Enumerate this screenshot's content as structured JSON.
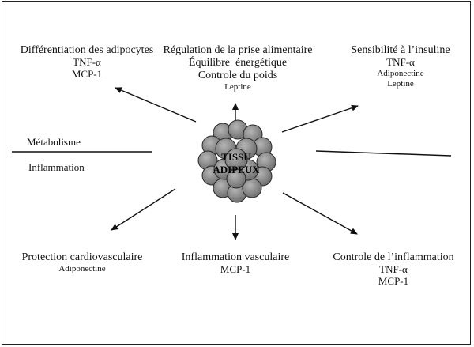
{
  "center": {
    "line1": "TISSU",
    "line2": "ADIPEUX"
  },
  "left_labels": {
    "top": "Métabolisme",
    "bottom": "Inflammation"
  },
  "nodes": {
    "top_left": {
      "title": "Différentiation des adipocytes",
      "items": [
        "TNF-α",
        "MCP-1"
      ]
    },
    "top_center": {
      "title": "Régulation de la prise alimentaire",
      "line2": "Équilibre  énergétique",
      "line3": "Controle du poids",
      "items": [
        "Leptine"
      ]
    },
    "top_right": {
      "title": "Sensibilité à l’insuline",
      "items": [
        "TNF-α",
        "Adiponectine",
        "Leptine"
      ]
    },
    "bottom_left": {
      "title": "Protection cardiovasculaire",
      "items": [
        "Adiponectine"
      ]
    },
    "bottom_center": {
      "title": "Inflammation vasculaire",
      "items": [
        "MCP-1"
      ]
    },
    "bottom_right": {
      "title": "Controle de l’inflammation",
      "items": [
        "TNF-α",
        "MCP-1"
      ]
    }
  }
}
